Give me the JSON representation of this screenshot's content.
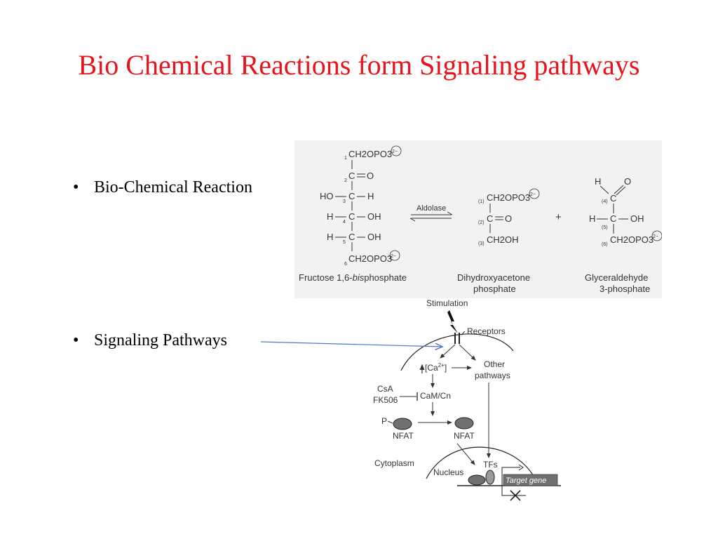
{
  "slide": {
    "title": "Bio Chemical Reactions form Signaling pathways",
    "title_color": "#e8141b",
    "bullets": [
      {
        "text": "Bio-Chemical Reaction"
      },
      {
        "text": "Signaling Pathways"
      }
    ],
    "bullet_glyph": "•",
    "arrow_color": "#4a7bc8"
  },
  "reaction": {
    "background": "#f2f2f2",
    "fructose": {
      "rows": [
        {
          "num": "1",
          "text": "CH2OPO3"
        },
        {
          "num": "2",
          "text": "C",
          "right": "O"
        },
        {
          "num": "3",
          "left": "HO",
          "text": "C",
          "right": "H"
        },
        {
          "num": "4",
          "left": "H",
          "text": "C",
          "right": "OH"
        },
        {
          "num": "5",
          "left": "H",
          "text": "C",
          "right": "OH"
        },
        {
          "num": "6",
          "text": "CH2OPO3"
        }
      ],
      "charge": "2−",
      "name_prefix": "Fructose 1,6-",
      "name_italic": "bis",
      "name_suffix": "phosphate"
    },
    "enzyme": "Aldolase",
    "plus": "+",
    "dhap": {
      "nums": [
        "(1)",
        "(2)",
        "(3)"
      ],
      "row1": "CH2OPO3",
      "row2_c": "C",
      "row2_o": "O",
      "row3": "CH2OH",
      "charge": "2−",
      "name_line1": "Dihydroxyacetone",
      "name_line2": "phosphate"
    },
    "g3p": {
      "nums": [
        "(4)",
        "(5)",
        "(6)"
      ],
      "top_h": "H",
      "top_o": "O",
      "c4": "C",
      "h5": "H",
      "c5": "C",
      "oh5": "OH",
      "row6": "CH2OPO3",
      "charge": "2−",
      "name_line1": "Glyceraldehyde",
      "name_line2": "3-phosphate"
    }
  },
  "pathway": {
    "stimulation": "Stimulation",
    "receptors": "Receptors",
    "calcium": "[Ca2+]",
    "other_line1": "Other",
    "other_line2": "pathways",
    "csa": "CsA",
    "fk506": "FK506",
    "camcn": "CaM/Cn",
    "p_label": "P",
    "nfat1": "NFAT",
    "nfat2": "NFAT",
    "cytoplasm": "Cytoplasm",
    "nucleus": "Nucleus",
    "tfs": "TFs",
    "target_gene": "Target gene"
  }
}
